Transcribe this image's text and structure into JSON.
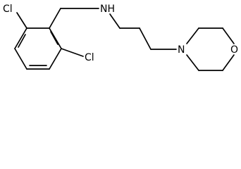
{
  "molecule": {
    "atoms": {
      "cl_top": "Cl",
      "cl_bottom": "Cl",
      "amine": "NH",
      "morpholine_n": "N",
      "morpholine_o": "O"
    },
    "colors": {
      "bond": "#000000",
      "label": "#000000",
      "background": "#ffffff"
    }
  }
}
